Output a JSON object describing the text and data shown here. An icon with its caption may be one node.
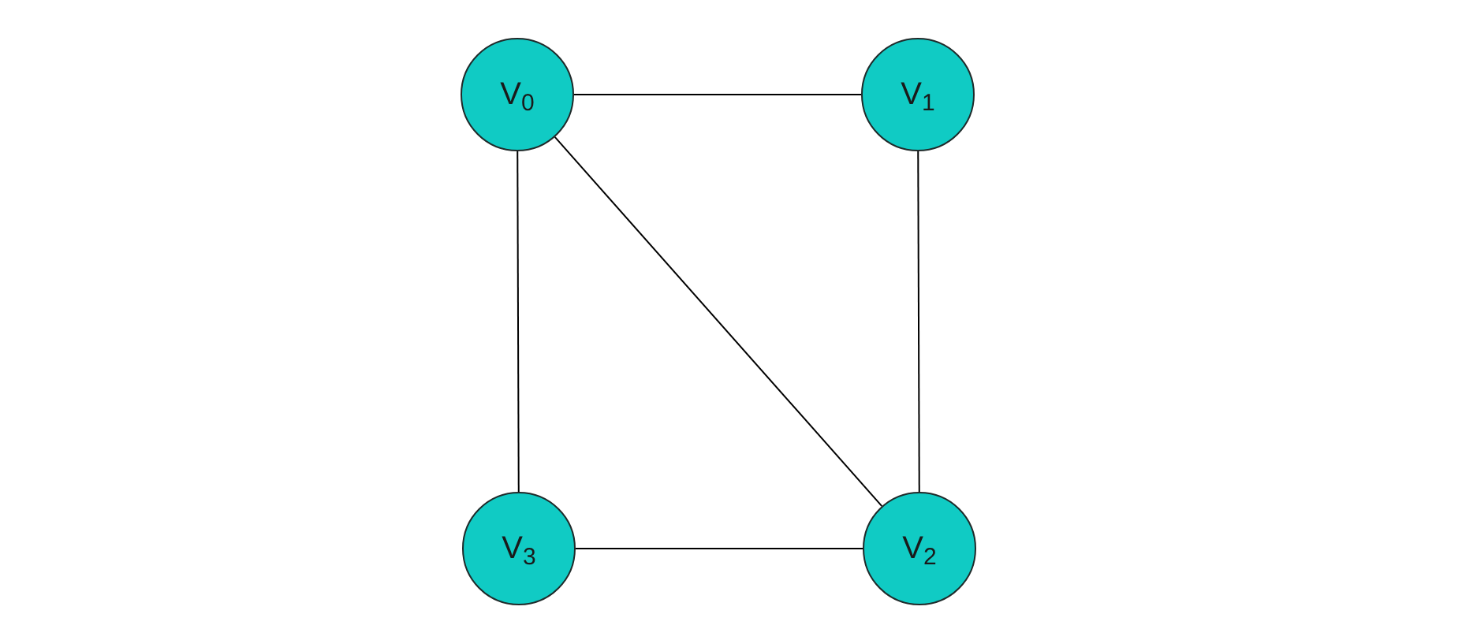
{
  "diagram": {
    "nodes": [
      {
        "text": [
          "V$_{0}$"
        ]
      },
      {
        "text": [
          "V$_{1}$"
        ]
      },
      {
        "text": [
          "V$_{2}$"
        ]
      },
      {
        "text": [
          "V$_{3}$"
        ]
      }
    ],
    "edges": [
      {
        "from": 0,
        "to": 1,
        "arrow": "none"
      },
      {
        "from": 1,
        "to": 2,
        "arrow": "none"
      },
      {
        "from": 0,
        "to": 2,
        "arrow": "none"
      },
      {
        "from": 0,
        "to": 3,
        "arrow": "none"
      },
      {
        "from": 3,
        "to": 2,
        "arrow": "none"
      }
    ]
  }
}
